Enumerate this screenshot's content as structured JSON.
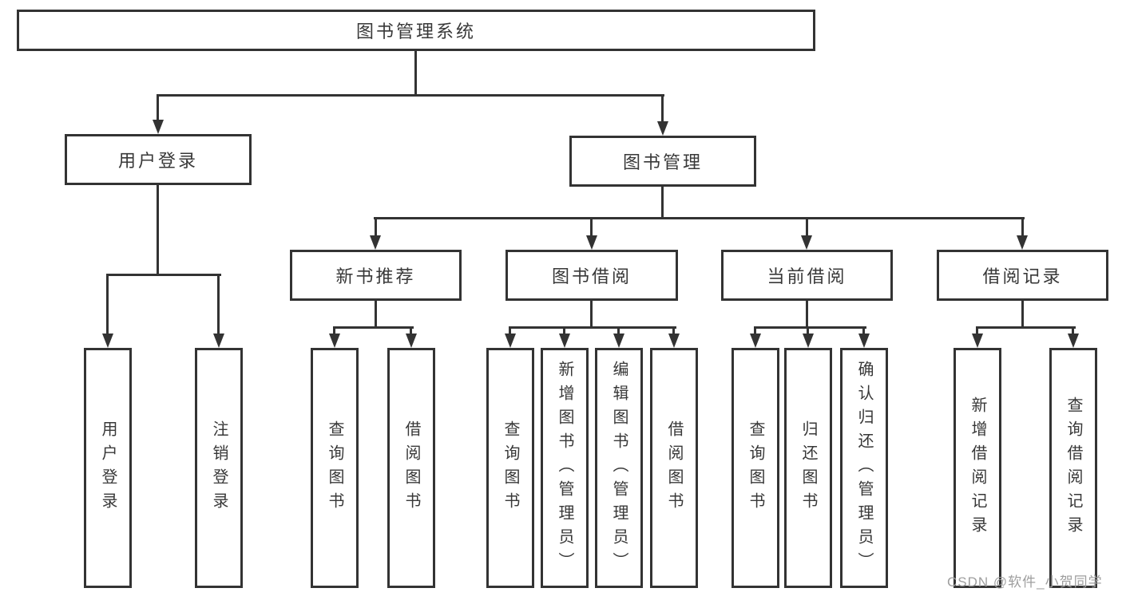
{
  "diagram": {
    "root": {
      "label": "图书管理系统"
    },
    "branches": [
      {
        "label": "用户登录",
        "leaves": [
          "用户登录",
          "注销登录"
        ]
      },
      {
        "label": "图书管理",
        "children": [
          {
            "label": "新书推荐",
            "leaves": [
              "查询图书",
              "借阅图书"
            ]
          },
          {
            "label": "图书借阅",
            "leaves": [
              "查询图书",
              "新增图书（管理员）",
              "编辑图书（管理员）",
              "借阅图书"
            ]
          },
          {
            "label": "当前借阅",
            "leaves": [
              "查询图书",
              "归还图书",
              "确认归还（管理员）"
            ]
          },
          {
            "label": "借阅记录",
            "leaves": [
              "新增借阅记录",
              "查询借阅记录"
            ]
          }
        ]
      }
    ]
  },
  "watermark": {
    "text": "CSDN @软件_小贺同学"
  },
  "colors": {
    "line": "#333333",
    "text": "#383838",
    "watermark": "#9e9e9e",
    "background": "#ffffff"
  }
}
